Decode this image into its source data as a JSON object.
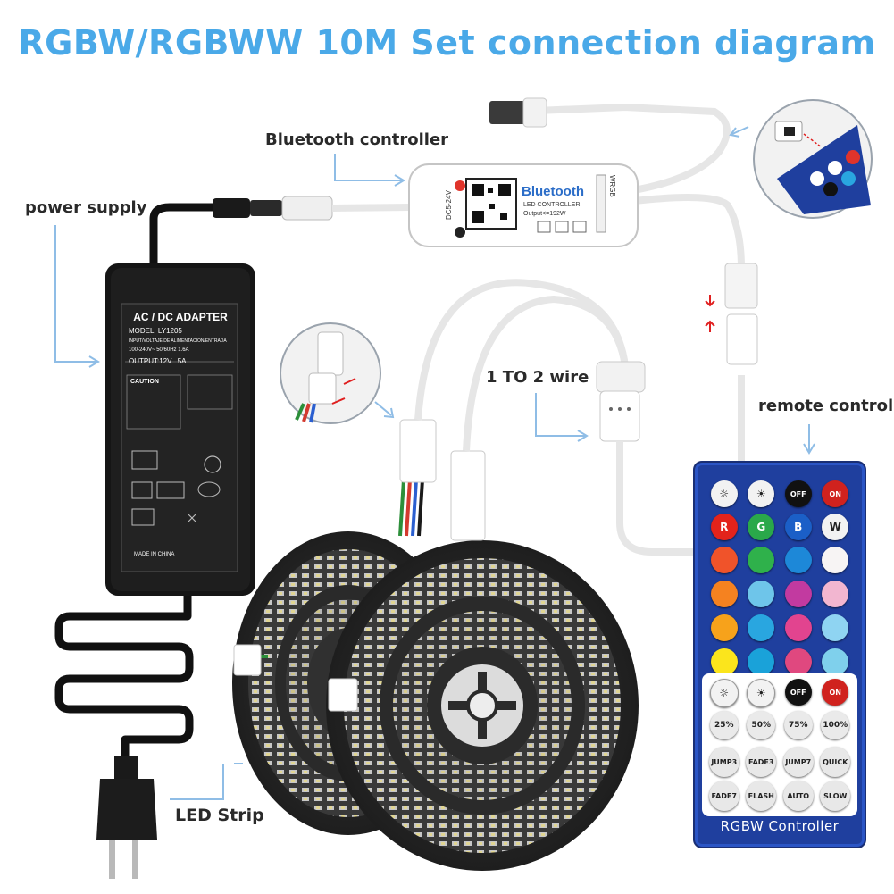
{
  "title": "RGBW/RGBWW 10M Set connection diagram",
  "labels": {
    "power_supply": "power supply",
    "bluetooth_controller": "Bluetooth controller",
    "one_to_two": "1 TO 2 wire",
    "remote_control": "remote control",
    "led_strip": "LED Strip"
  },
  "adapter": {
    "heading": "AC / DC ADAPTER",
    "model": "MODEL: LY1205",
    "input": "INPUT/VOLTAJE DE ALIMENTACION/ENTRADA",
    "rating": "100-240V~ 50/60Hz 1.6A",
    "output": "OUTPUT:12V",
    "output_current": "5A",
    "caution": "CAUTION",
    "made_in": "MADE IN CHINA"
  },
  "controller": {
    "brand": "Bluetooth",
    "subtitle": "LED CONTROLLER",
    "output": "Output<=192W",
    "voltage": "DC5-24V",
    "pins": "WRGB"
  },
  "remote": {
    "top_row": [
      "☼",
      "☀",
      "OFF",
      "ON"
    ],
    "color_row": [
      "R",
      "G",
      "B",
      "W"
    ],
    "swatches": [
      [
        "#f0532a",
        "#2fb14b",
        "#1d88d8",
        "#f7f4f4"
      ],
      [
        "#f58220",
        "#6ec5ea",
        "#c23aa0",
        "#f2b6d0"
      ],
      [
        "#f7a21b",
        "#29a6e0",
        "#e2448f",
        "#8fd4f2"
      ],
      [
        "#fbe51c",
        "#1aa2d9",
        "#e0487f",
        "#7fd0ec"
      ]
    ],
    "panel_top": [
      "☼",
      "☀",
      "OFF",
      "ON"
    ],
    "percent": [
      "25%",
      "50%",
      "75%",
      "100%"
    ],
    "modes_row1": [
      "JUMP3",
      "FADE3",
      "JUMP7",
      "QUICK"
    ],
    "modes_row2": [
      "FADE7",
      "FLASH",
      "AUTO",
      "SLOW"
    ],
    "footer": "RGBW  Controller"
  },
  "colors": {
    "title": "#4aa9e8",
    "arrow": "#8fbde6",
    "remote_body": "#1f3f9e"
  }
}
